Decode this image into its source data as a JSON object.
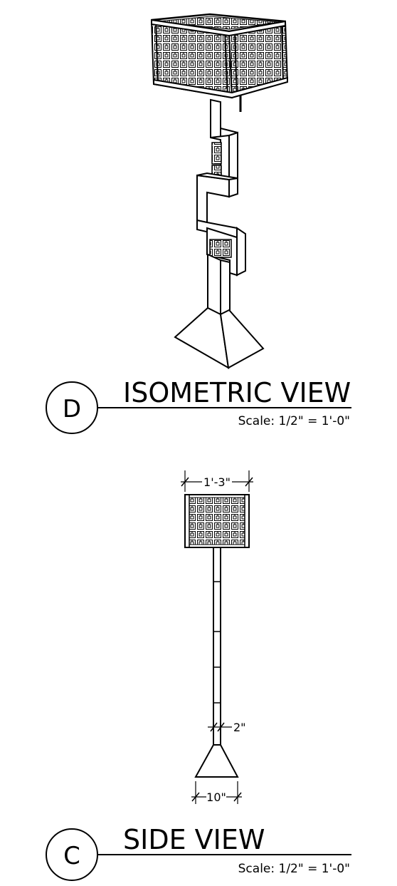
{
  "views": [
    {
      "id": "D",
      "title": "ISOMETRIC VIEW",
      "scale": "Scale: 1/2\" = 1'-0\""
    },
    {
      "id": "C",
      "title": "SIDE VIEW",
      "scale": "Scale: 1/2\" = 1'-0\""
    }
  ],
  "dimensions": {
    "shade_width": "1'-3\"",
    "stem_width": "2\"",
    "base_width": "10\""
  },
  "colors": {
    "line": "#000000",
    "background": "#ffffff"
  }
}
